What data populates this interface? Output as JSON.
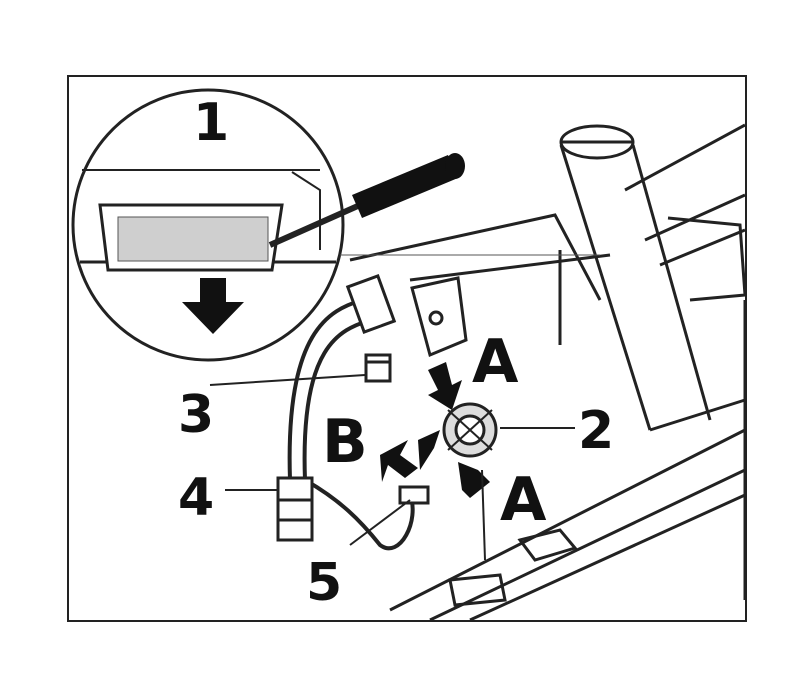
{
  "diagram": {
    "callouts": {
      "c1": "1",
      "c2": "2",
      "c3": "3",
      "c4": "4",
      "c5": "5",
      "a_top": "A",
      "a_bottom": "A",
      "b": "B"
    },
    "icons": [
      "screwdriver-icon",
      "down-arrow-icon",
      "bulb-holder-icon",
      "connector-icon"
    ],
    "line_color": "#1a1a1a",
    "background": "#ffffff"
  }
}
